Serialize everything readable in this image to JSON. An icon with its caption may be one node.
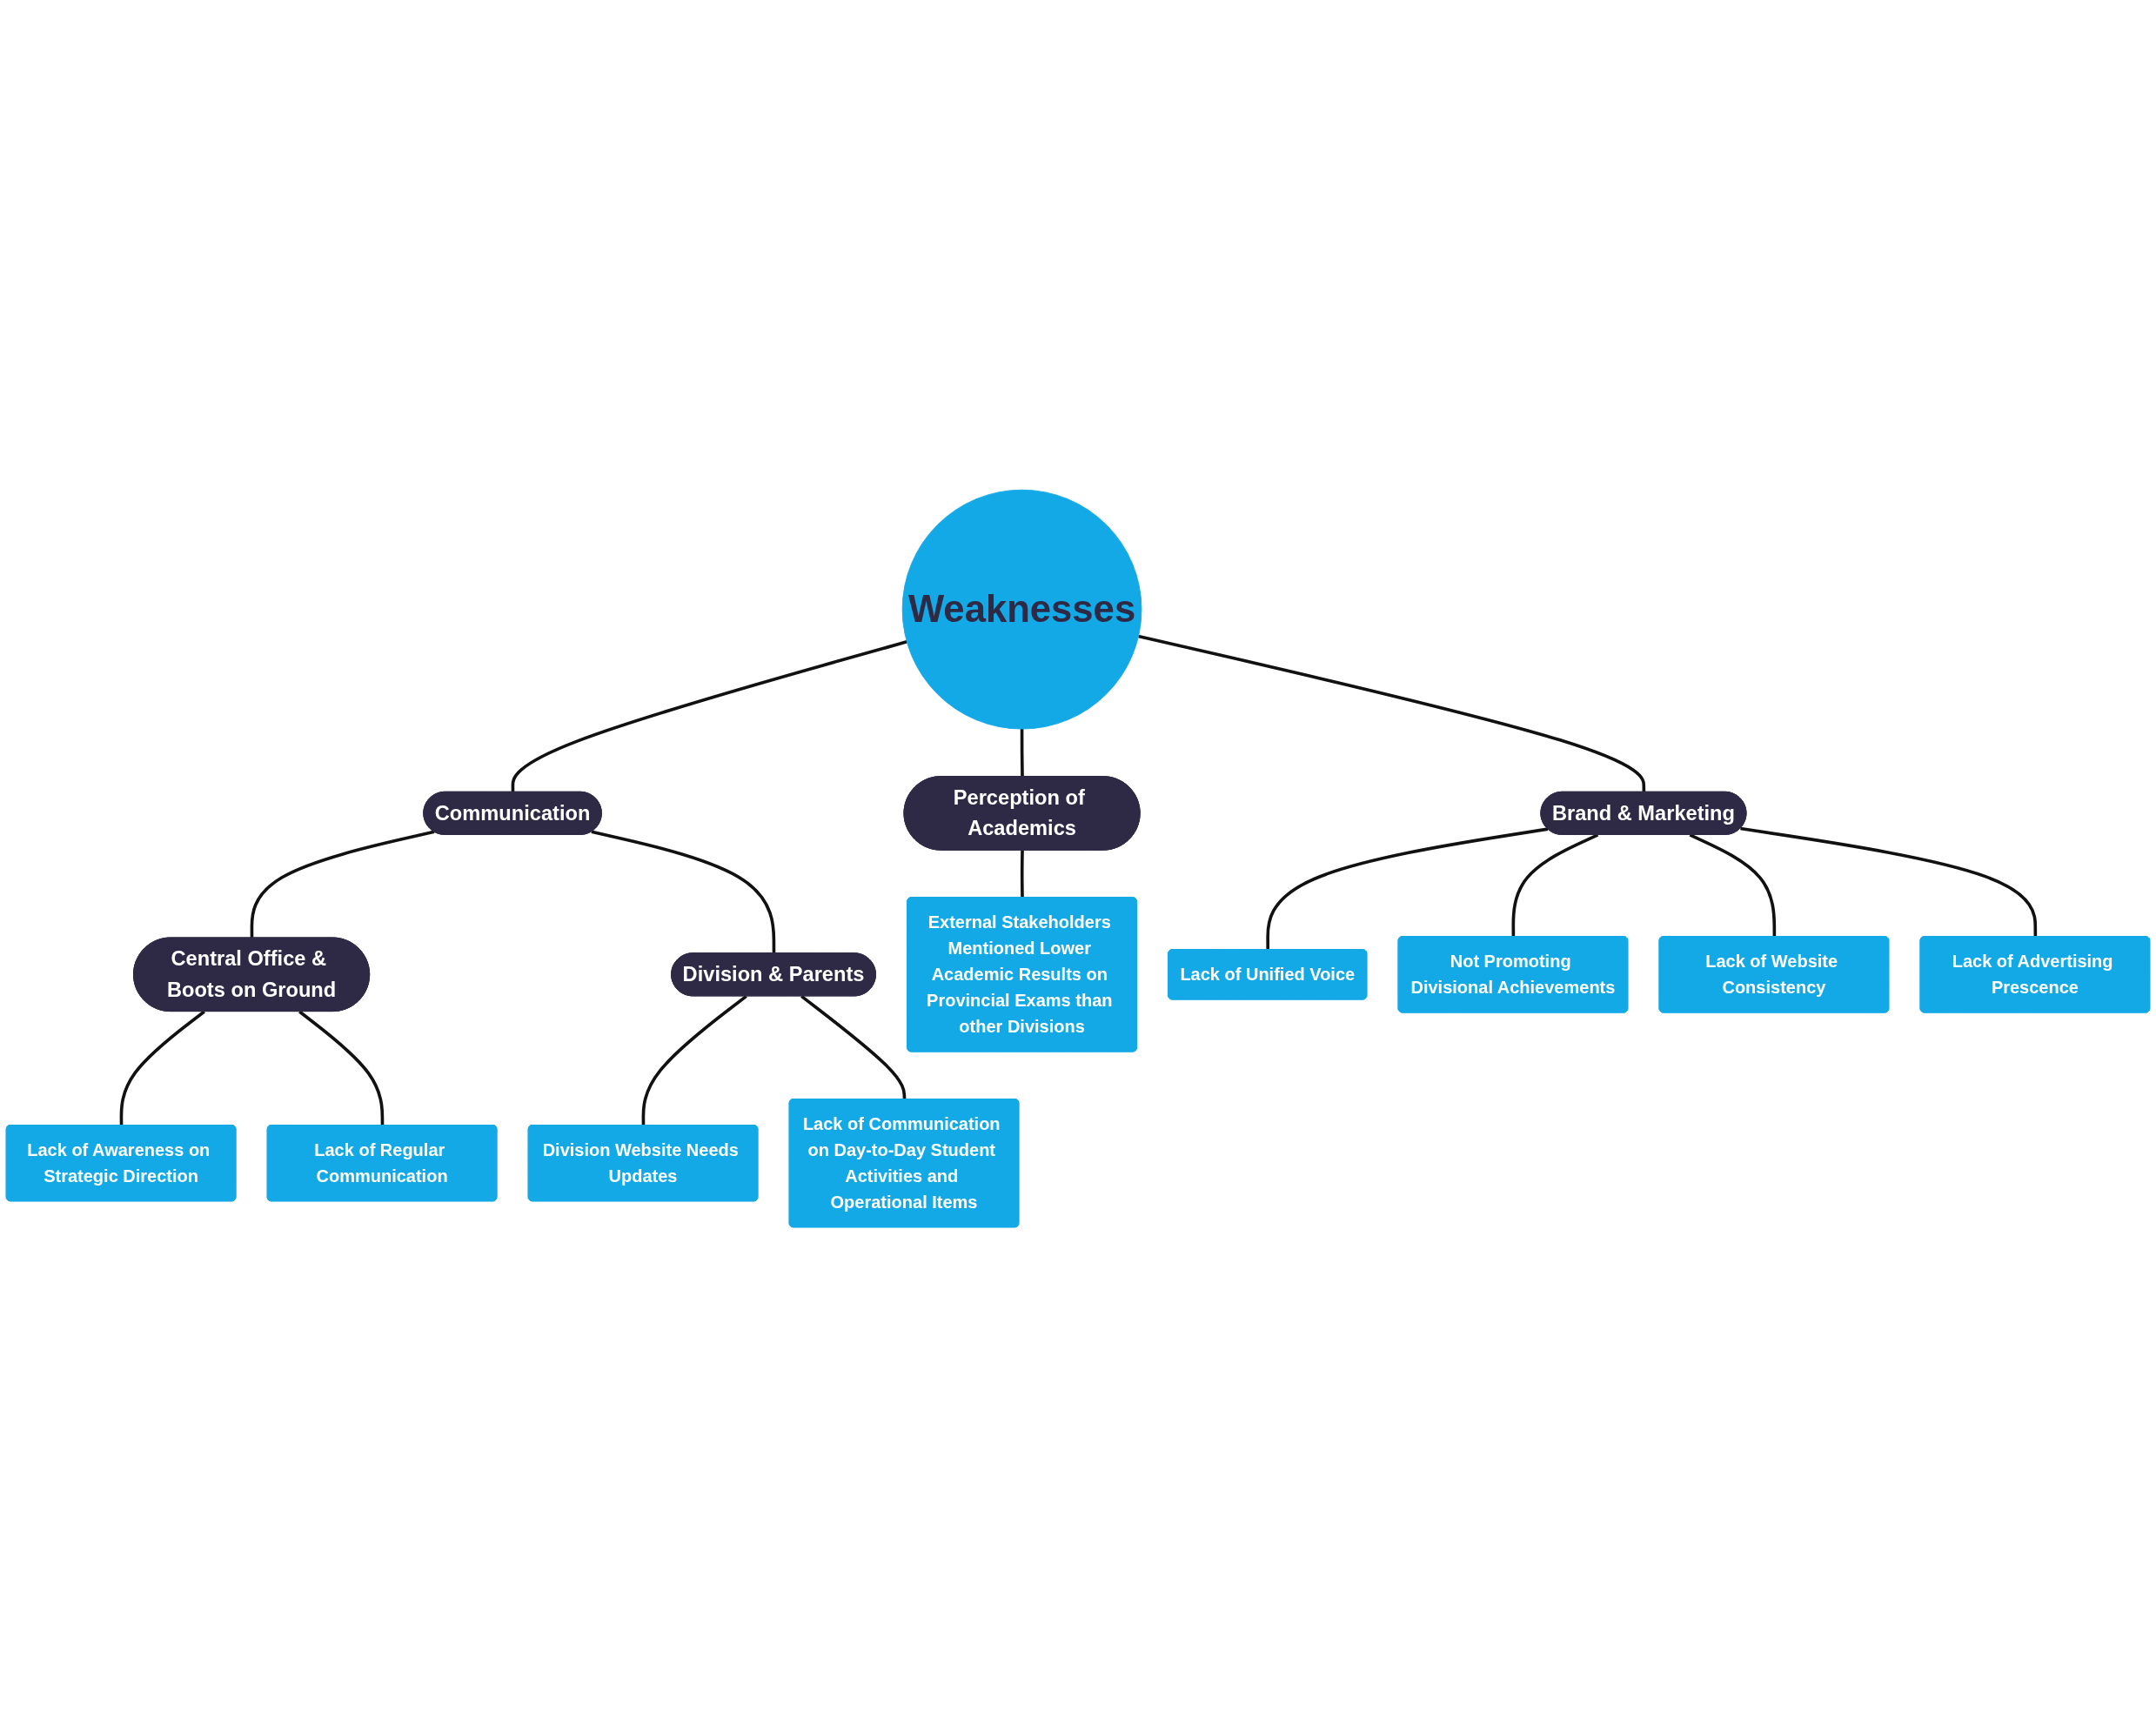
{
  "diagram": {
    "nodes": [
      {
        "text": [
          "Weaknesses"
        ]
      },
      {
        "text": [
          "Communication"
        ]
      },
      {
        "text": [
          "Central Office & Boots on Ground"
        ]
      },
      {
        "text": [
          "Lack of Awareness on Strategic Direction"
        ]
      },
      {
        "text": [
          "Lack of Regular Communication"
        ]
      },
      {
        "text": [
          "Division & Parents"
        ]
      },
      {
        "text": [
          "Division Website Needs Updates"
        ]
      },
      {
        "text": [
          "Lack of Communication on Day-to-Day Student Activities and Operational Items"
        ]
      },
      {
        "text": [
          "Perception of Academics"
        ]
      },
      {
        "text": [
          "External Stakeholders Mentioned Lower Academic Results on Provincial Exams than other Divisions"
        ]
      },
      {
        "text": [
          "Brand & Marketing"
        ]
      },
      {
        "text": [
          "Lack of Unified Voice"
        ]
      },
      {
        "text": [
          "Not Promoting Divisional Achievements"
        ]
      },
      {
        "text": [
          "Lack of Website Consistency"
        ]
      },
      {
        "text": [
          "Lack of Advertising Prescence"
        ]
      }
    ],
    "edges": [
      {
        "from": 0,
        "to": 1,
        "arrow": "none"
      },
      {
        "from": 1,
        "to": 2,
        "arrow": "none"
      },
      {
        "from": 2,
        "to": 3,
        "arrow": "none"
      },
      {
        "from": 2,
        "to": 4,
        "arrow": "none"
      },
      {
        "from": 1,
        "to": 5,
        "arrow": "none"
      },
      {
        "from": 5,
        "to": 6,
        "arrow": "none"
      },
      {
        "from": 5,
        "to": 7,
        "arrow": "none"
      },
      {
        "from": 0,
        "to": 8,
        "arrow": "none"
      },
      {
        "from": 8,
        "to": 9,
        "arrow": "none"
      },
      {
        "from": 0,
        "to": 10,
        "arrow": "none"
      },
      {
        "from": 10,
        "to": 11,
        "arrow": "none"
      },
      {
        "from": 10,
        "to": 12,
        "arrow": "none"
      },
      {
        "from": 10,
        "to": 13,
        "arrow": "none"
      },
      {
        "from": 10,
        "to": 14,
        "arrow": "none"
      }
    ]
  }
}
